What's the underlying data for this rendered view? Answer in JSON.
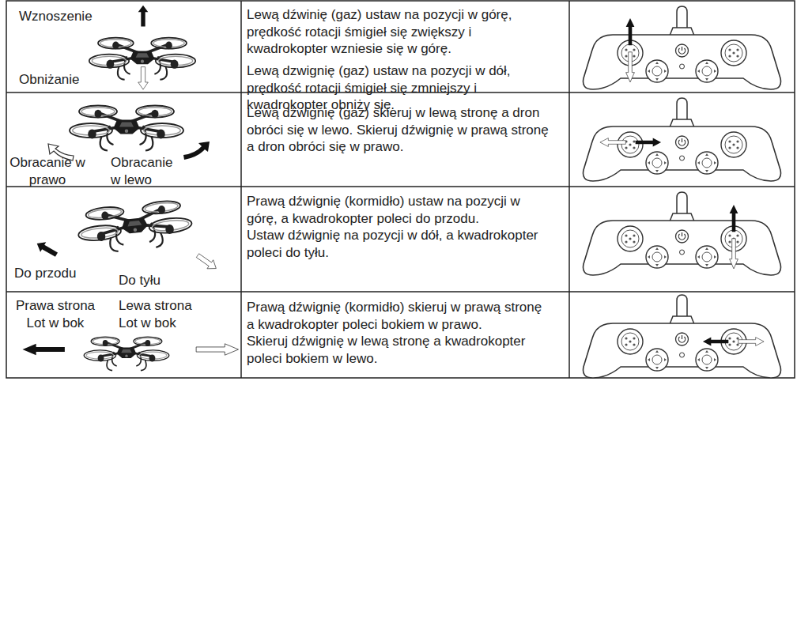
{
  "diagram": {
    "labels": [
      "Wznoszenie",
      "Obniżanie",
      "Lewą dźwinię (gaz) ustaw na pozycji w górę, prędkość rotacji śmigieł się zwiększy i kwadrokopter wzniesie się w górę.",
      "Lewą dzwignię (gaz) ustaw na pozycji w dół, prędkość rotacji śmigieł się zmniejszy i kwadrokopter obniży się.",
      "Lewą dźwignię (gaz) skieruj w lewą stronę a dron obróci się w lewo. Skieruj dźwignię w prawą stronę a dron obróci się w prawo.",
      "Obracanie w prawo",
      "Obracanie w lewo",
      "Prawą dźwignię (kormidło) ustaw na pozycji w górę, a kwadrokopter poleci do przodu.",
      "Ustaw dźwignię na pozycji w dół, a kwadrokopter poleci do tyłu.",
      "Do przodu",
      "Do tyłu",
      "Prawa strona Lot w bok",
      "Lewa strona Lot w bok",
      "Prawą dźwignię (kormidło) skieruj w prawą stronę a kwadrokopter poleci bokiem w prawo.",
      "Skieruj dźwignię w lewą stronę a kwadrokopter poleci bokiem w lewo."
    ]
  }
}
